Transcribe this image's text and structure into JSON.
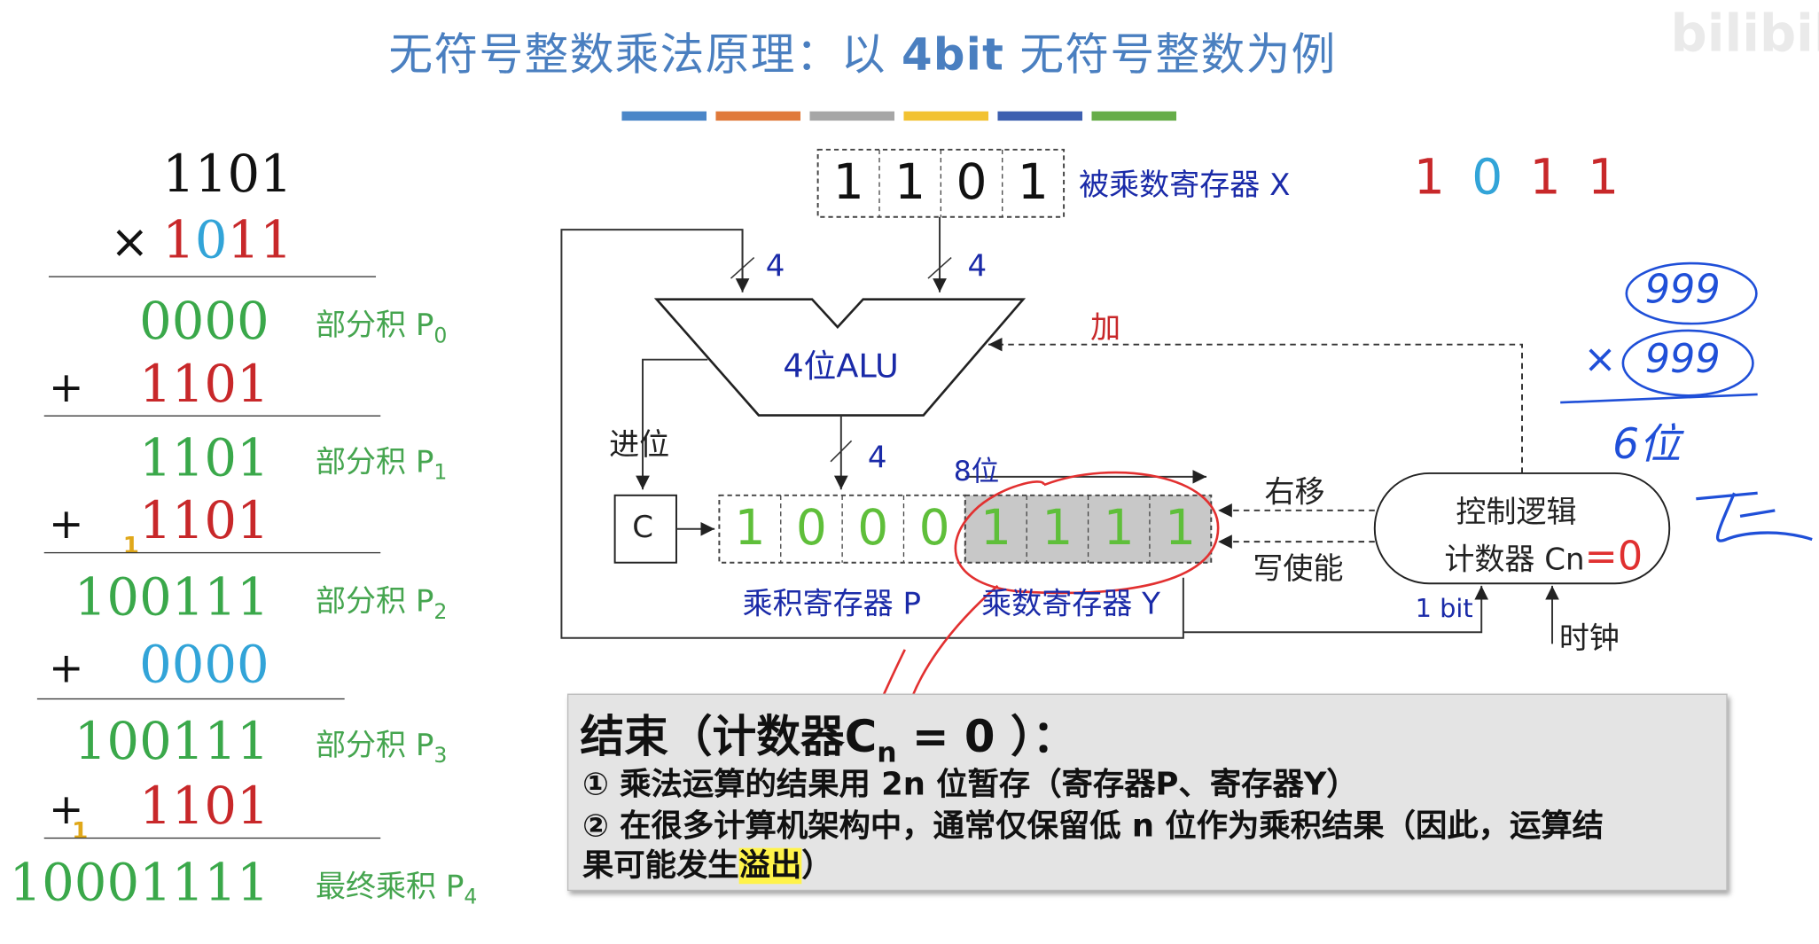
{
  "title": {
    "prefix": "无符号整数乘法原理：以 ",
    "bold": "4bit",
    "suffix": " 无符号整数为例"
  },
  "watermark": "bilibili",
  "color_bars": [
    "#4a86c8",
    "#e0793a",
    "#a6a6a6",
    "#f2c232",
    "#3d5fb0",
    "#66ad48"
  ],
  "arith": {
    "multiplicand": "1101",
    "times_sign": "×",
    "multiplier_bits": [
      {
        "d": "1",
        "c": "#c8282a"
      },
      {
        "d": "0",
        "c": "#32a4d8"
      },
      {
        "d": "1",
        "c": "#c8282a"
      },
      {
        "d": "1",
        "c": "#c8282a"
      }
    ],
    "rows": [
      {
        "plus": "",
        "carry": "",
        "value": "0000",
        "color": "green",
        "label": "部分积 P",
        "sub": "0"
      },
      {
        "plus": "+",
        "carry": "",
        "value": "1101",
        "color": "red",
        "label": "",
        "sub": ""
      },
      {
        "plus": "",
        "carry": "",
        "value": "1101",
        "color": "green",
        "label": "部分积 P",
        "sub": "1"
      },
      {
        "plus": "+",
        "carry": "1",
        "value": "1101",
        "color": "red",
        "label": "",
        "sub": ""
      },
      {
        "plus": "",
        "carry": "",
        "value": "100111",
        "color": "green",
        "label": "部分积 P",
        "sub": "2"
      },
      {
        "plus": "+",
        "carry": "",
        "value": "0000",
        "color": "blue",
        "label": "",
        "sub": ""
      },
      {
        "plus": "",
        "carry": "",
        "value": "100111",
        "color": "green",
        "label": "部分积 P",
        "sub": "3"
      },
      {
        "plus": "+",
        "carry": "1",
        "value": "1101",
        "color": "red",
        "label": "",
        "sub": ""
      },
      {
        "plus": "",
        "carry": "",
        "value": "10001111",
        "color": "green",
        "label": "最终乘积 P",
        "sub": "4"
      }
    ]
  },
  "diagram": {
    "x_register_label": "被乘数寄存器 X",
    "x_bits": [
      "1",
      "1",
      "0",
      "1"
    ],
    "x_side_bits": [
      "1",
      "0",
      "1",
      "1"
    ],
    "bus_width_left": "4",
    "bus_width_right": "4",
    "alu_label": "4位ALU",
    "add_label": "加",
    "carry_label": "进位",
    "c_label": "C",
    "bus_width_down": "4",
    "width_8": "8位",
    "p_bits": [
      "1",
      "0",
      "0",
      "0"
    ],
    "y_bits": [
      "1",
      "1",
      "1",
      "1"
    ],
    "p_register_label": "乘积寄存器 P",
    "y_register_label": "乘数寄存器 Y",
    "shift_right": "右移",
    "write_enable": "写使能",
    "control_line1": "控制逻辑",
    "control_line2": "计数器 Cn",
    "control_counter": "=0",
    "one_bit": "1 bit",
    "clock": "时钟",
    "note_digits_top": "999",
    "note_times": "×",
    "note_digits_bottom": "999",
    "note_bits": "6位"
  },
  "summary": {
    "title_prefix": "结束（计数器C",
    "title_sub": "n",
    "title_suffix": " = 0 ）：",
    "line1": "① 乘法运算的结果用 2n 位暂存（寄存器P、寄存器Y）",
    "line2": "② 在很多计算机架构中，通常仅保留低 n 位作为乘积结果（因此，运算结",
    "line3_prefix": "果可能发生",
    "line3_highlight": "溢出",
    "line3_suffix": "）"
  }
}
